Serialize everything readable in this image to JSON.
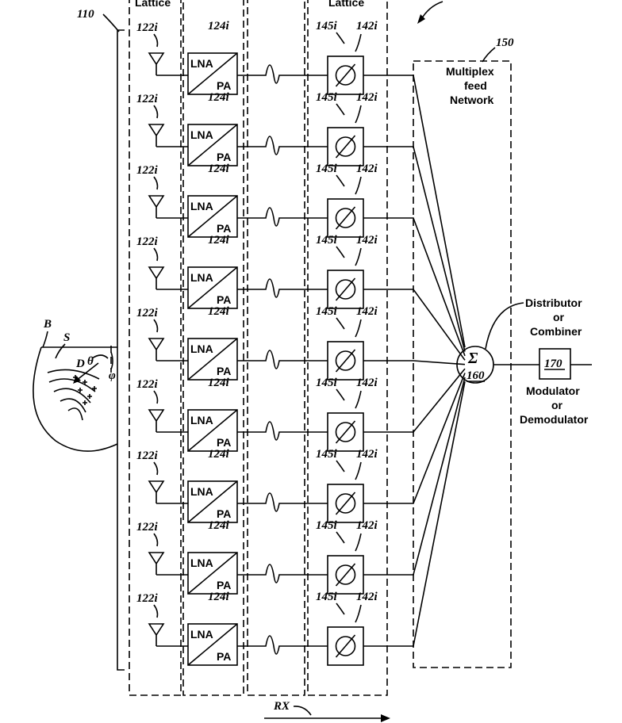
{
  "lattice_left_label": "Lattice",
  "lattice_right_label": "Lattice",
  "array_ref": "110",
  "beam_ref": "B",
  "surface_ref": "S",
  "direction_ref": "D",
  "theta": "θ",
  "phi": "φ",
  "rows": [
    {
      "antenna_ref": "122i",
      "amp_ref": "124i",
      "ps_ref_a": "145i",
      "ps_ref_b": "142i"
    },
    {
      "antenna_ref": "122i",
      "amp_ref": "124i",
      "ps_ref_a": "145i",
      "ps_ref_b": "142i"
    },
    {
      "antenna_ref": "122i",
      "amp_ref": "124i",
      "ps_ref_a": "145i",
      "ps_ref_b": "142i"
    },
    {
      "antenna_ref": "122i",
      "amp_ref": "124i",
      "ps_ref_a": "145i",
      "ps_ref_b": "142i"
    },
    {
      "antenna_ref": "122i",
      "amp_ref": "124i",
      "ps_ref_a": "145i",
      "ps_ref_b": "142i"
    },
    {
      "antenna_ref": "122i",
      "amp_ref": "124i",
      "ps_ref_a": "145i",
      "ps_ref_b": "142i"
    },
    {
      "antenna_ref": "122i",
      "amp_ref": "124i",
      "ps_ref_a": "145i",
      "ps_ref_b": "142i"
    },
    {
      "antenna_ref": "122i",
      "amp_ref": "124i",
      "ps_ref_a": "145i",
      "ps_ref_b": "142i"
    },
    {
      "antenna_ref": "122i",
      "amp_ref": "124i",
      "ps_ref_a": "145i",
      "ps_ref_b": "142i"
    }
  ],
  "amp_top": "LNA",
  "amp_bottom": "PA",
  "phase_symbol": "Ø",
  "feed_ref": "150",
  "feed_label": [
    "Multiplex",
    "feed",
    "Network"
  ],
  "sum_symbol": "Σ",
  "sum_ref": "160",
  "distributor_label": [
    "Distributor",
    "or",
    "Combiner"
  ],
  "modulator_ref": "170",
  "modulator_label": [
    "Modulator",
    "or",
    "Demodulator"
  ],
  "rx_label": "RX"
}
